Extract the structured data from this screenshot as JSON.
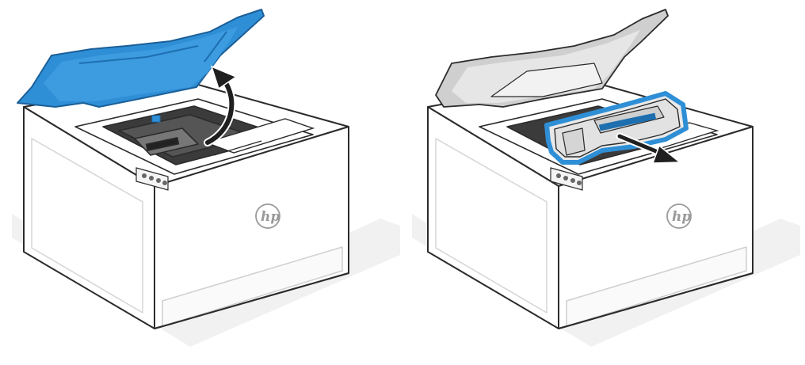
{
  "colors": {
    "accent_blue": "#2f8fd6",
    "accent_blue_dark": "#1d6fb0",
    "body_white": "#ffffff",
    "outline": "#2b2b2b",
    "shadow": "#f2f2f2",
    "grey_lid": "#c9c9c9",
    "dark_interior": "#3a3a3a"
  },
  "panels": [
    {
      "step": "open-top-cover",
      "logo_text": "hp",
      "arrow": "curved-up-arrow",
      "highlight": "top-cover"
    },
    {
      "step": "remove-toner-cartridge",
      "logo_text": "hp",
      "arrow": "straight-out-arrow",
      "highlight": "toner-cartridge"
    }
  ]
}
